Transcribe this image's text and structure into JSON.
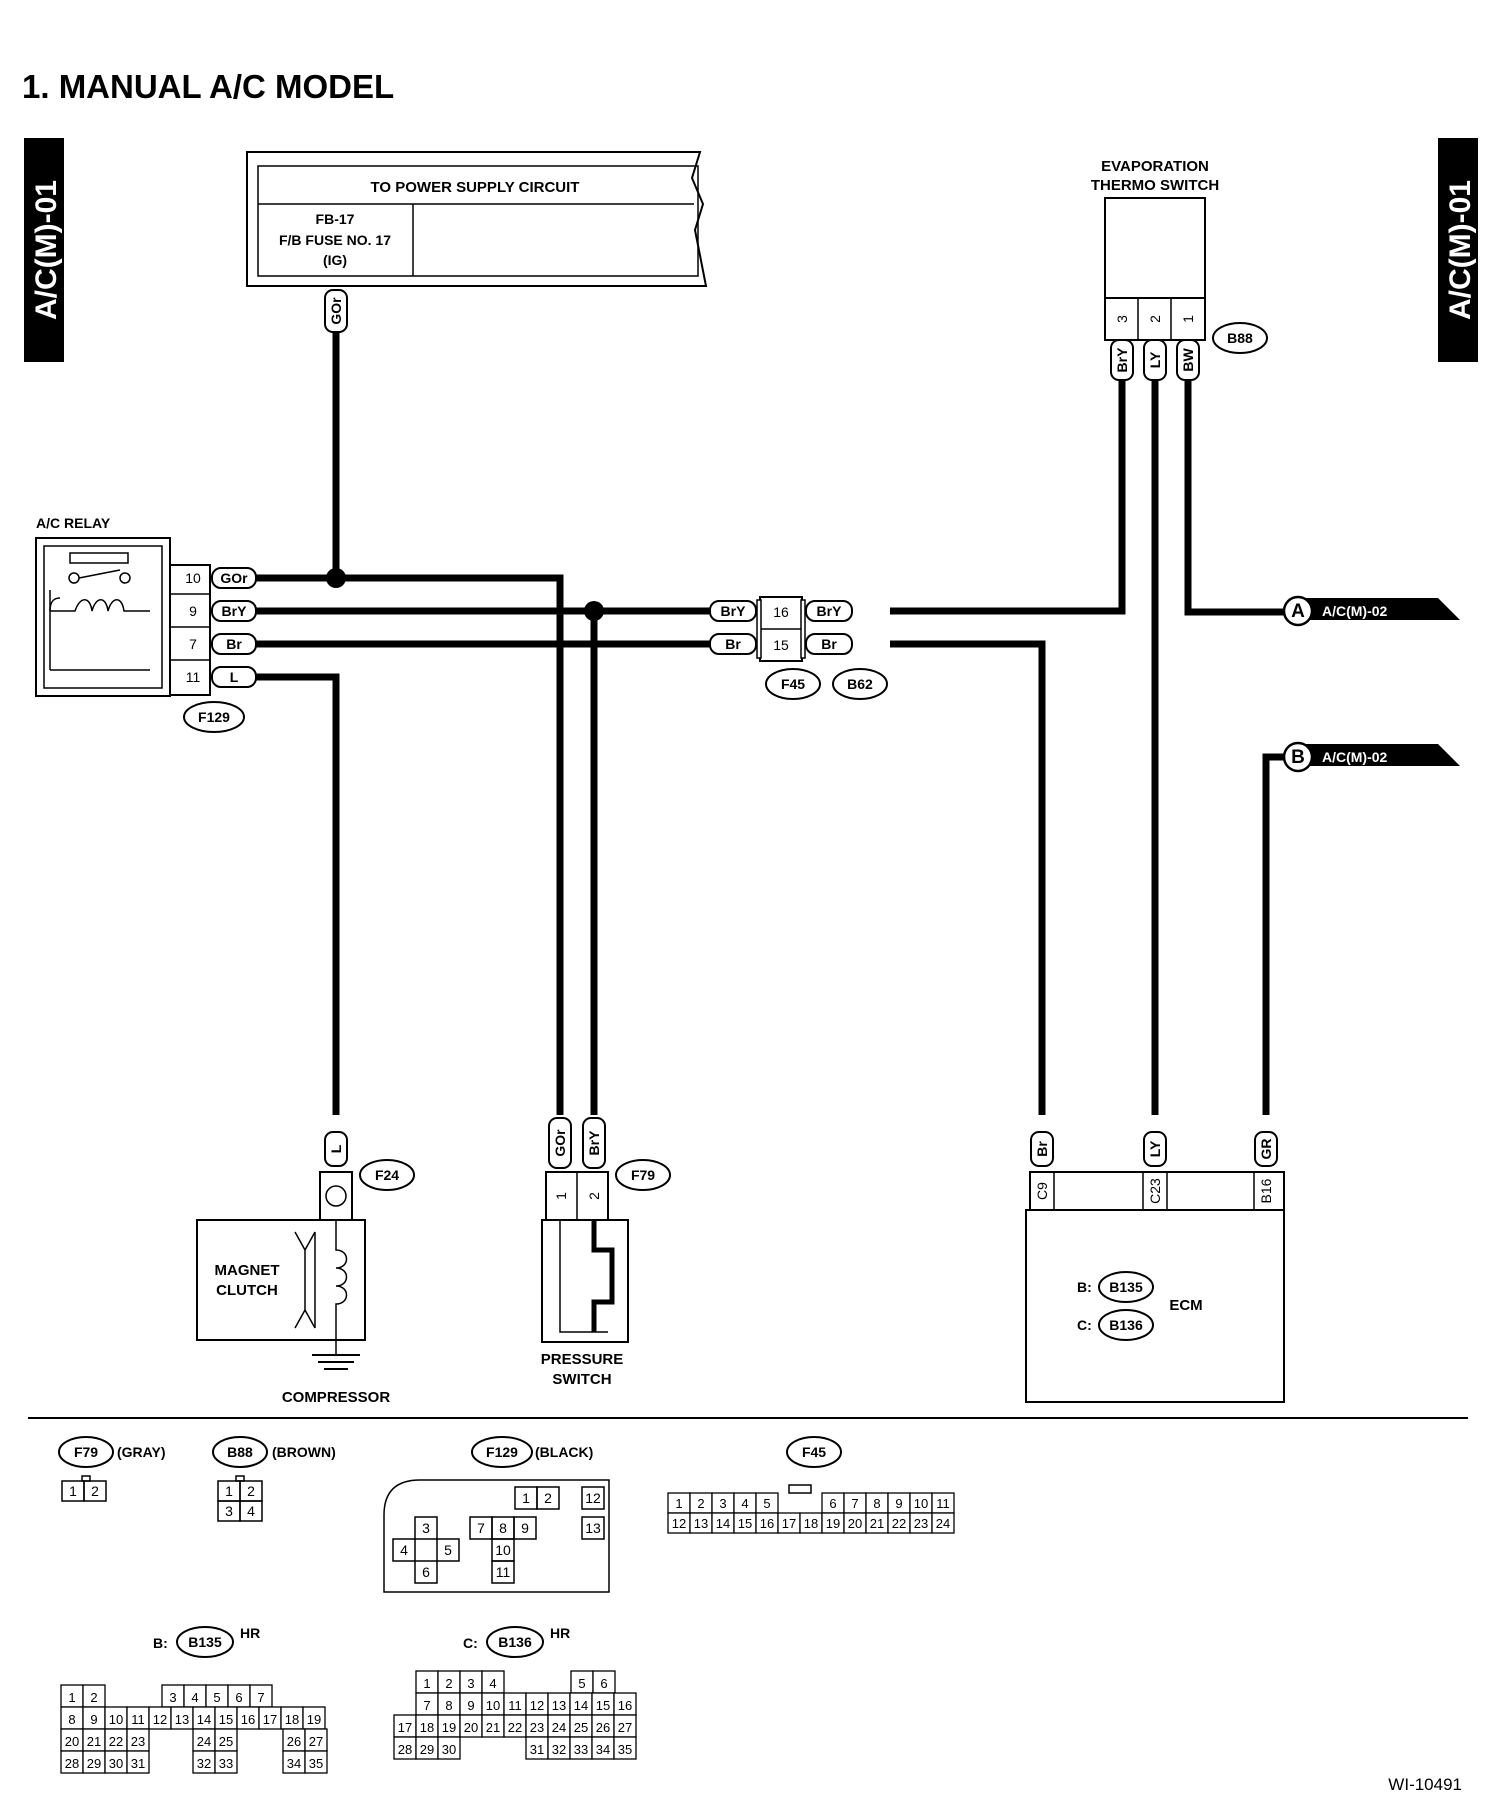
{
  "title": "1.  MANUAL A/C MODEL",
  "page_tab": "A/C(M)-01",
  "figure_id": "WI-10491",
  "power_supply": {
    "header": "TO POWER SUPPLY CIRCUIT",
    "fuse_line1": "FB-17",
    "fuse_line2": "F/B FUSE NO. 17",
    "fuse_line3": "(IG)",
    "wire": "GOr"
  },
  "evap_switch": {
    "label_line1": "EVAPORATION",
    "label_line2": "THERMO SWITCH",
    "connector": "B88",
    "pins": [
      "3",
      "2",
      "1"
    ],
    "wires": [
      "BrY",
      "LY",
      "BW"
    ]
  },
  "ac_relay": {
    "label": "A/C RELAY",
    "connector": "F129",
    "pins": [
      "10",
      "9",
      "7",
      "11"
    ],
    "wires": [
      "GOr",
      "BrY",
      "Br",
      "L"
    ]
  },
  "joint_connector": {
    "left": "F45",
    "right": "B62",
    "pins": [
      "16",
      "15"
    ],
    "wires_left": [
      "BrY",
      "Br"
    ],
    "wires_right": [
      "BrY",
      "Br"
    ]
  },
  "refs": {
    "a_letter": "A",
    "a_text": "A/C(M)-02",
    "b_letter": "B",
    "b_text": "A/C(M)-02"
  },
  "compressor": {
    "connector": "F24",
    "wire": "L",
    "clutch_line1": "MAGNET",
    "clutch_line2": "CLUTCH",
    "label": "COMPRESSOR"
  },
  "pressure_switch": {
    "connector": "F79",
    "pins": [
      "1",
      "2"
    ],
    "wires": [
      "GOr",
      "BrY"
    ],
    "label_line1": "PRESSURE",
    "label_line2": "SWITCH"
  },
  "ecm": {
    "label": "ECM",
    "pins": [
      "C9",
      "C23",
      "B16"
    ],
    "wires": [
      "Br",
      "LY",
      "GR"
    ],
    "b_prefix": "B:",
    "b_conn": "B135",
    "c_prefix": "C:",
    "c_conn": "B136"
  },
  "legend": {
    "f79": {
      "name": "F79",
      "color": "(GRAY)",
      "rows": [
        [
          "1",
          "2"
        ]
      ]
    },
    "b88": {
      "name": "B88",
      "color": "(BROWN)",
      "rows": [
        [
          "1",
          "2"
        ],
        [
          "3",
          "4"
        ]
      ]
    },
    "f129": {
      "name": "F129",
      "color": "(BLACK)",
      "cells": [
        "1",
        "2",
        "12",
        "13",
        "3",
        "7",
        "8",
        "9",
        "4",
        "5",
        "10",
        "6",
        "11"
      ]
    },
    "f45": {
      "name": "F45",
      "row1": [
        "1",
        "2",
        "3",
        "4",
        "5",
        "6",
        "7",
        "8",
        "9",
        "10",
        "11"
      ],
      "row2": [
        "12",
        "13",
        "14",
        "15",
        "16",
        "17",
        "18",
        "19",
        "20",
        "21",
        "22",
        "23",
        "24"
      ]
    },
    "b135": {
      "prefix": "B:",
      "name": "B135",
      "suffix": "HR",
      "row1": [
        "1",
        "2",
        "3",
        "4",
        "5",
        "6",
        "7"
      ],
      "row2": [
        "8",
        "9",
        "10",
        "11",
        "12",
        "13",
        "14",
        "15",
        "16",
        "17",
        "18",
        "19"
      ],
      "row3": [
        "20",
        "21",
        "22",
        "23",
        "24",
        "25",
        "26",
        "27"
      ],
      "row4": [
        "28",
        "29",
        "30",
        "31",
        "32",
        "33",
        "34",
        "35"
      ]
    },
    "b136": {
      "prefix": "C:",
      "name": "B136",
      "suffix": "HR",
      "row1": [
        "1",
        "2",
        "3",
        "4",
        "5",
        "6"
      ],
      "row2": [
        "7",
        "8",
        "9",
        "10",
        "11",
        "12",
        "13",
        "14",
        "15",
        "16"
      ],
      "row3": [
        "17",
        "18",
        "19",
        "20",
        "21",
        "22",
        "23",
        "24",
        "25",
        "26",
        "27"
      ],
      "row4": [
        "28",
        "29",
        "30",
        "31",
        "32",
        "33",
        "34",
        "35"
      ]
    }
  }
}
